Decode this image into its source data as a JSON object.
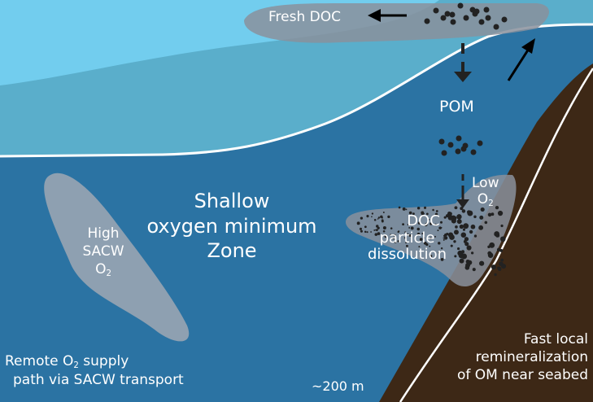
{
  "labels": {
    "fresh_doc": "Fresh DOC",
    "pom": "POM",
    "low_o2": {
      "line1": "Low",
      "o": "O",
      "sub": "2"
    },
    "doc_dissolution": {
      "line1": "DOC",
      "line2": "particle",
      "line3": "dissolution"
    },
    "omz": {
      "line1": "Shallow",
      "line2": "oxygen minimum",
      "line3": "Zone"
    },
    "high_sacw": {
      "line1": "High",
      "line2": "SACW",
      "o": "O",
      "sub": "2"
    },
    "remote_supply": {
      "pre": "Remote O",
      "sub": "2",
      "post": " supply",
      "line2": "path via SACW transport"
    },
    "depth": "~200 m",
    "fast_remin": {
      "line1": "Fast local",
      "line2": "remineralization",
      "line3": "of OM near seabed"
    }
  },
  "colors": {
    "surface_light": "#72cdee",
    "surface_mid": "#5aaecb",
    "deep_water": "#2b73a3",
    "seabed": "#3d2816",
    "blob": "#9aa2ad"
  }
}
